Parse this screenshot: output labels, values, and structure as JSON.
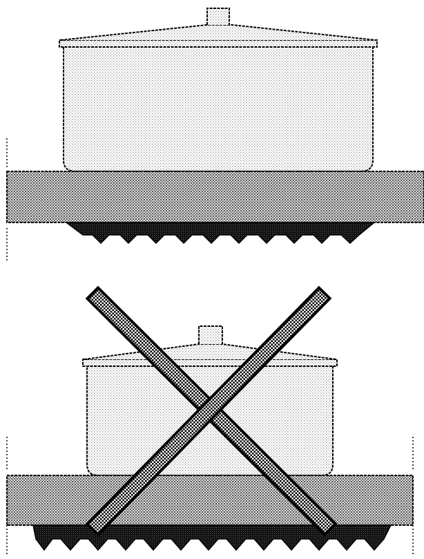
{
  "figure": {
    "panels": [
      {
        "id": "correct",
        "pot_size": "large",
        "crossed_out": false
      },
      {
        "id": "incorrect",
        "pot_size": "small",
        "crossed_out": true
      }
    ]
  },
  "colors": {
    "ink": "#000000",
    "background": "#ffffff",
    "pot_fill": "#e4e4e4",
    "plate_fill": "#b9b9b9"
  },
  "icons": [
    "cooking-pot-icon",
    "cross-out-icon",
    "flame-icon"
  ]
}
